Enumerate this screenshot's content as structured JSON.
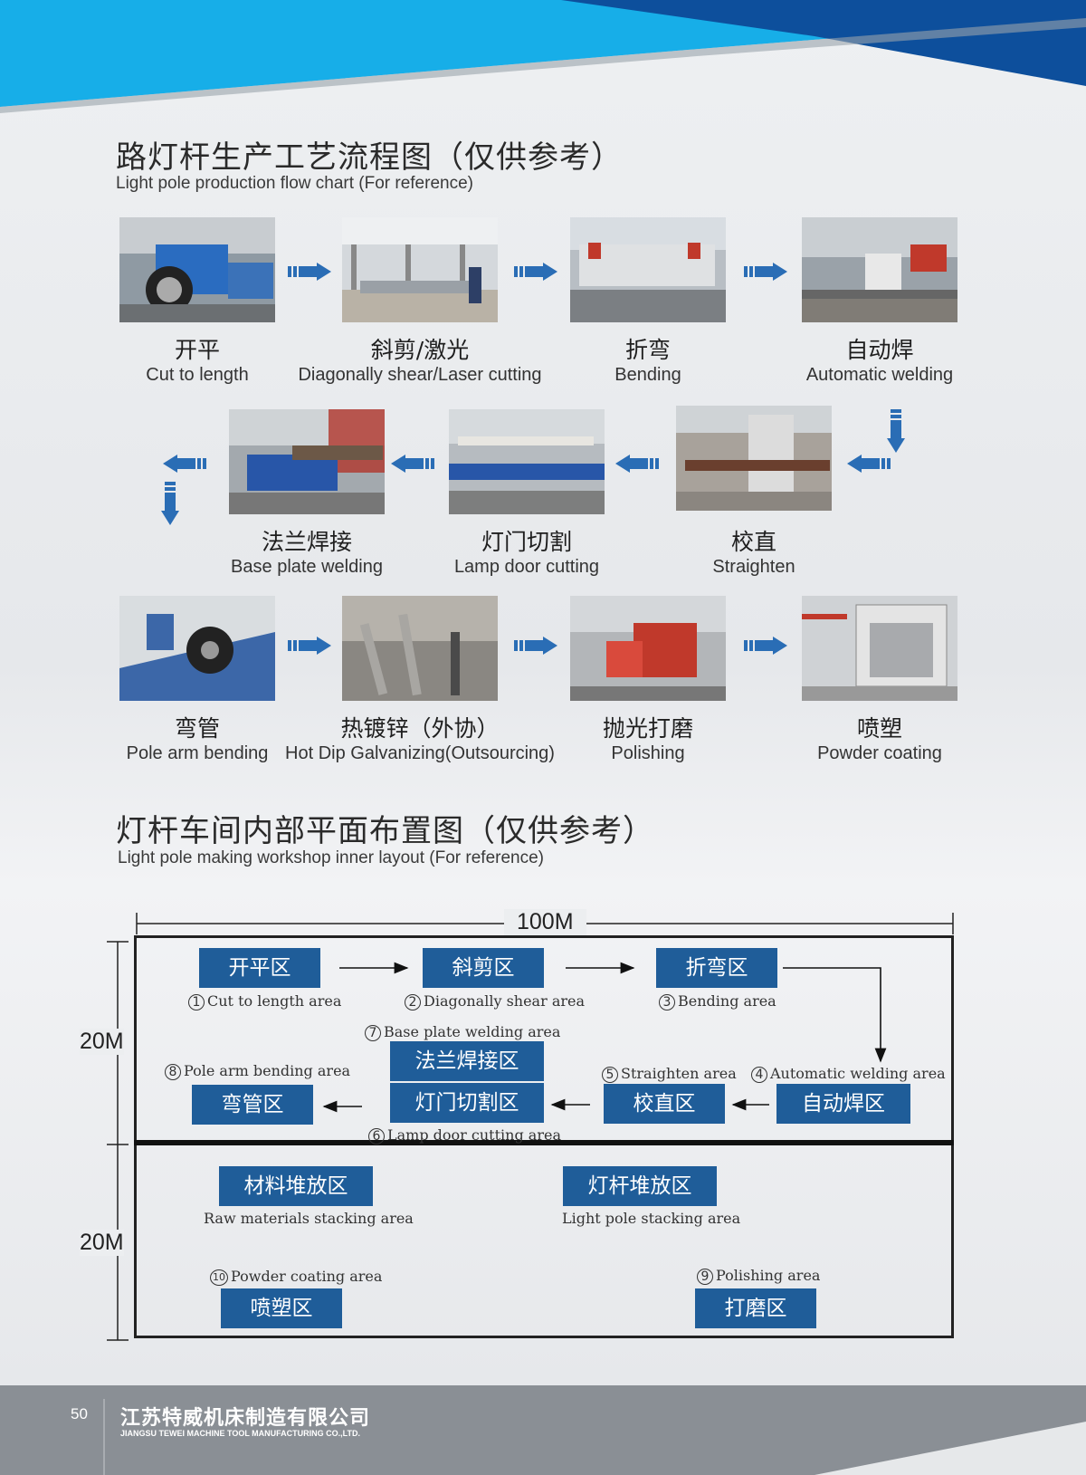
{
  "colors": {
    "header_cyan": "#17aee8",
    "header_navy": "#0d4f9c",
    "box_blue": "#1f5d99",
    "footer_gray": "#8a8f95",
    "arrow_blue": "#2a6db5"
  },
  "flow": {
    "title": "路灯杆生产工艺流程图（仅供参考）",
    "subtitle": "Light pole production flow chart  (For reference)",
    "steps": [
      {
        "cn": "开平",
        "en": "Cut to length"
      },
      {
        "cn": "斜剪/激光",
        "en": "Diagonally shear/Laser cutting"
      },
      {
        "cn": "折弯",
        "en": "Bending"
      },
      {
        "cn": "自动焊",
        "en": "Automatic welding"
      },
      {
        "cn": "校直",
        "en": "Straighten"
      },
      {
        "cn": "灯门切割",
        "en": "Lamp door cutting"
      },
      {
        "cn": "法兰焊接",
        "en": "Base plate welding"
      },
      {
        "cn": "弯管",
        "en": "Pole arm bending"
      },
      {
        "cn": "热镀锌（外协）",
        "en": "Hot Dip Galvanizing(Outsourcing)"
      },
      {
        "cn": "抛光打磨",
        "en": "Polishing"
      },
      {
        "cn": "喷塑",
        "en": "Powder coating"
      }
    ]
  },
  "layout": {
    "title": "灯杆车间内部平面布置图（仅供参考）",
    "subtitle": "Light pole making workshop inner layout (For reference)",
    "width_label": "100M",
    "height_label_top": "20M",
    "height_label_bottom": "20M",
    "zones": [
      {
        "cn": "开平区",
        "num": "1",
        "en": "Cut to length area"
      },
      {
        "cn": "斜剪区",
        "num": "2",
        "en": "Diagonally shear area"
      },
      {
        "cn": "折弯区",
        "num": "3",
        "en": "Bending area"
      },
      {
        "cn": "自动焊区",
        "num": "4",
        "en": "Automatic welding area"
      },
      {
        "cn": "校直区",
        "num": "5",
        "en": "Straighten area"
      },
      {
        "cn": "灯门切割区",
        "num": "6",
        "en": "Lamp door cutting area"
      },
      {
        "cn": "法兰焊接区",
        "num": "7",
        "en": "Base plate welding area"
      },
      {
        "cn": "弯管区",
        "num": "8",
        "en": "Pole arm bending area"
      },
      {
        "cn": "打磨区",
        "num": "9",
        "en": "Polishing area"
      },
      {
        "cn": "喷塑区",
        "num": "10",
        "en": "Powder coating area"
      },
      {
        "cn": "材料堆放区",
        "en": "Raw materials stacking area"
      },
      {
        "cn": "灯杆堆放区",
        "en": "Light pole stacking area"
      }
    ]
  },
  "footer": {
    "page_number": "50",
    "company_cn": "江苏特威机床制造有限公司",
    "company_en": "JIANGSU TEWEI MACHINE TOOL MANUFACTURING CO.,LTD."
  }
}
